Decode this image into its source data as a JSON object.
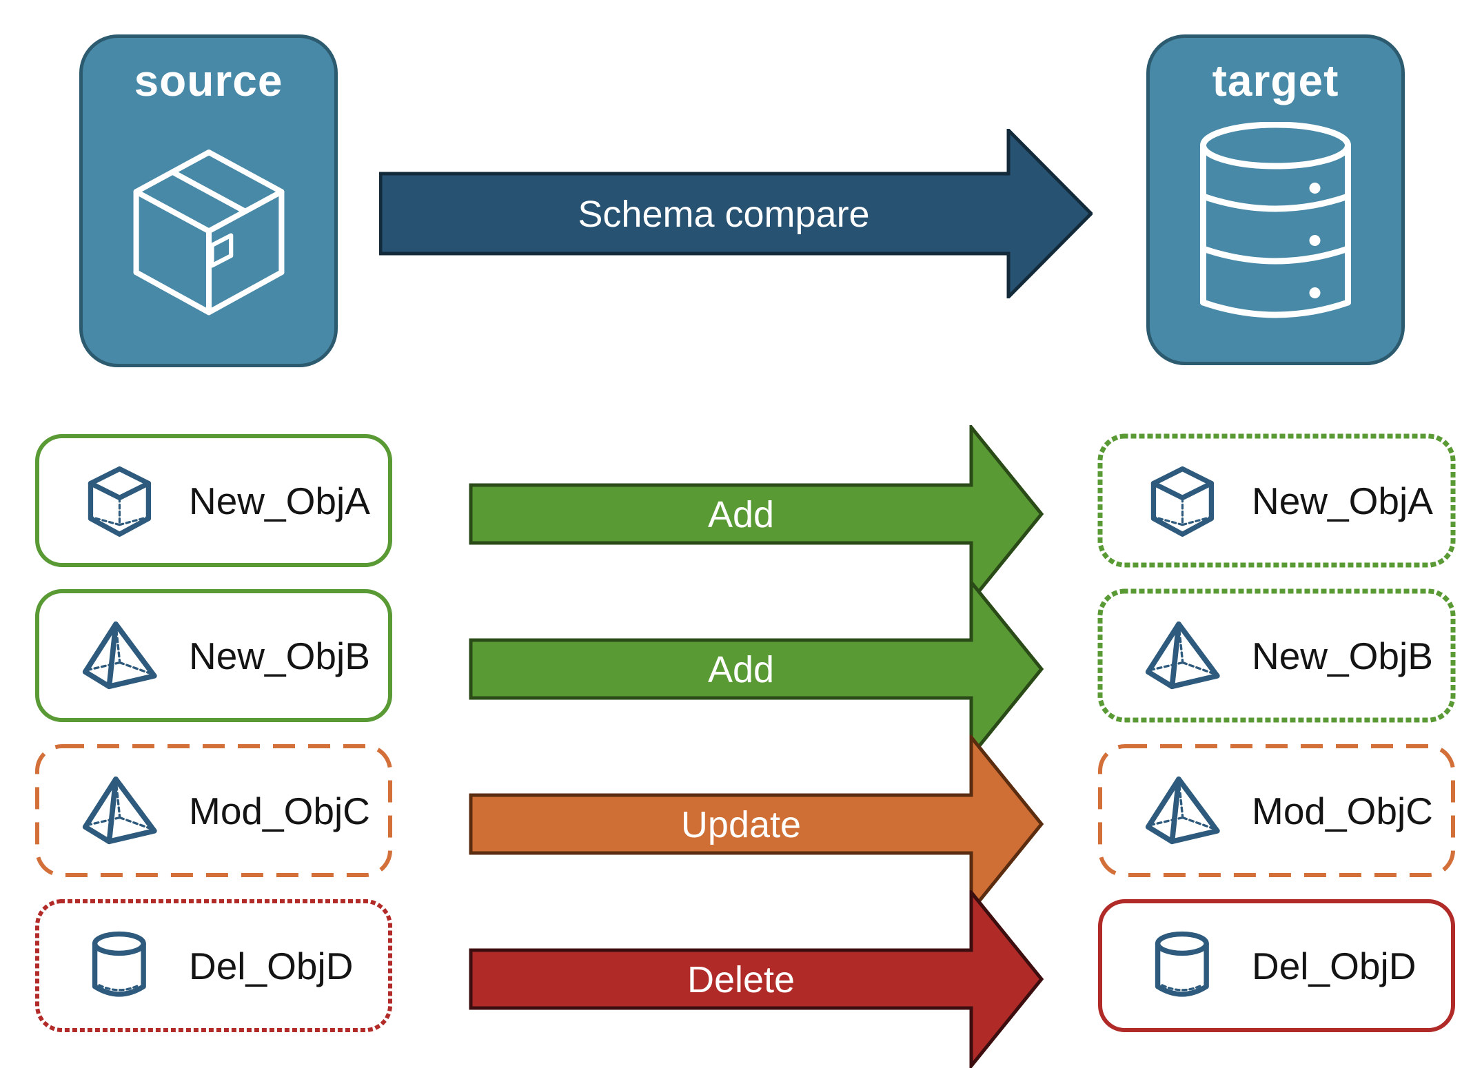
{
  "colors": {
    "panel_blue": "#4889A8",
    "panel_border": "#2C5A6E",
    "compare_arrow_blue": "#275272",
    "add_green": "#599A35",
    "update_orange": "#D06F35",
    "delete_red": "#B02A28",
    "icon_blue": "#2E5B7D"
  },
  "source_panel": {
    "title": "source",
    "icon": "package-box-icon"
  },
  "target_panel": {
    "title": "target",
    "icon": "database-icon"
  },
  "compare_arrow": {
    "label": "Schema compare"
  },
  "rows": [
    {
      "name": "New_ObjA",
      "icon": "cube",
      "action": "Add",
      "action_color": "green",
      "source_border": "solid-green",
      "target_border": "dotted-green"
    },
    {
      "name": "New_ObjB",
      "icon": "pyramid",
      "action": "Add",
      "action_color": "green",
      "source_border": "solid-green",
      "target_border": "dotted-green"
    },
    {
      "name": "Mod_ObjC",
      "icon": "pyramid",
      "action": "Update",
      "action_color": "orange",
      "source_border": "dashed-orange",
      "target_border": "dashed-orange"
    },
    {
      "name": "Del_ObjD",
      "icon": "cylinder",
      "action": "Delete",
      "action_color": "red",
      "source_border": "dotted-red",
      "target_border": "solid-red"
    }
  ]
}
